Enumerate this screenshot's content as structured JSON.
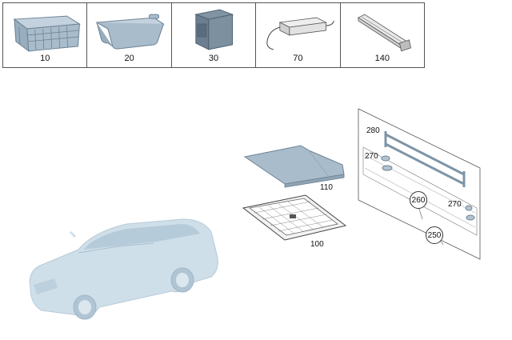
{
  "parts_strip": [
    {
      "number": "10",
      "icon": "folding-crate-icon"
    },
    {
      "number": "20",
      "icon": "storage-tray-icon"
    },
    {
      "number": "30",
      "icon": "storage-box-icon"
    },
    {
      "number": "70",
      "icon": "power-adapter-icon"
    },
    {
      "number": "140",
      "icon": "mounting-rail-icon"
    }
  ],
  "callouts": {
    "mat": "110",
    "tray": "100",
    "rail": "280",
    "holder_upper": "270",
    "holder_lower": "270",
    "panel_inner": "260",
    "panel_outer": "250"
  },
  "colors": {
    "part_fill": "#a9bccb",
    "part_stroke": "#6d8294",
    "car_fill": "#cfdfe9",
    "line": "#555555"
  }
}
